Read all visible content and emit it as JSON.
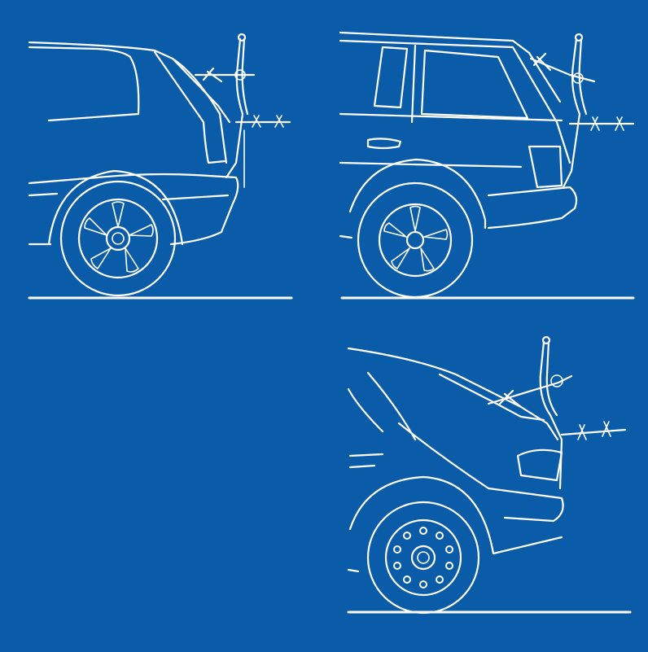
{
  "colors": {
    "background": "#0a5ca8",
    "line": "#ffffff"
  },
  "panels": [
    {
      "id": "top-left",
      "subject": "hatchback",
      "accessory": "rear-bike-rack",
      "wheel_style": "5-spoke-alloy"
    },
    {
      "id": "top-right",
      "subject": "suv",
      "accessory": "rear-bike-rack",
      "wheel_style": "5-spoke-alloy"
    },
    {
      "id": "bottom-left",
      "subject": "empty"
    },
    {
      "id": "bottom-right",
      "subject": "sedan-hatch",
      "accessory": "rear-bike-rack",
      "wheel_style": "steel-wheel-holes"
    }
  ]
}
